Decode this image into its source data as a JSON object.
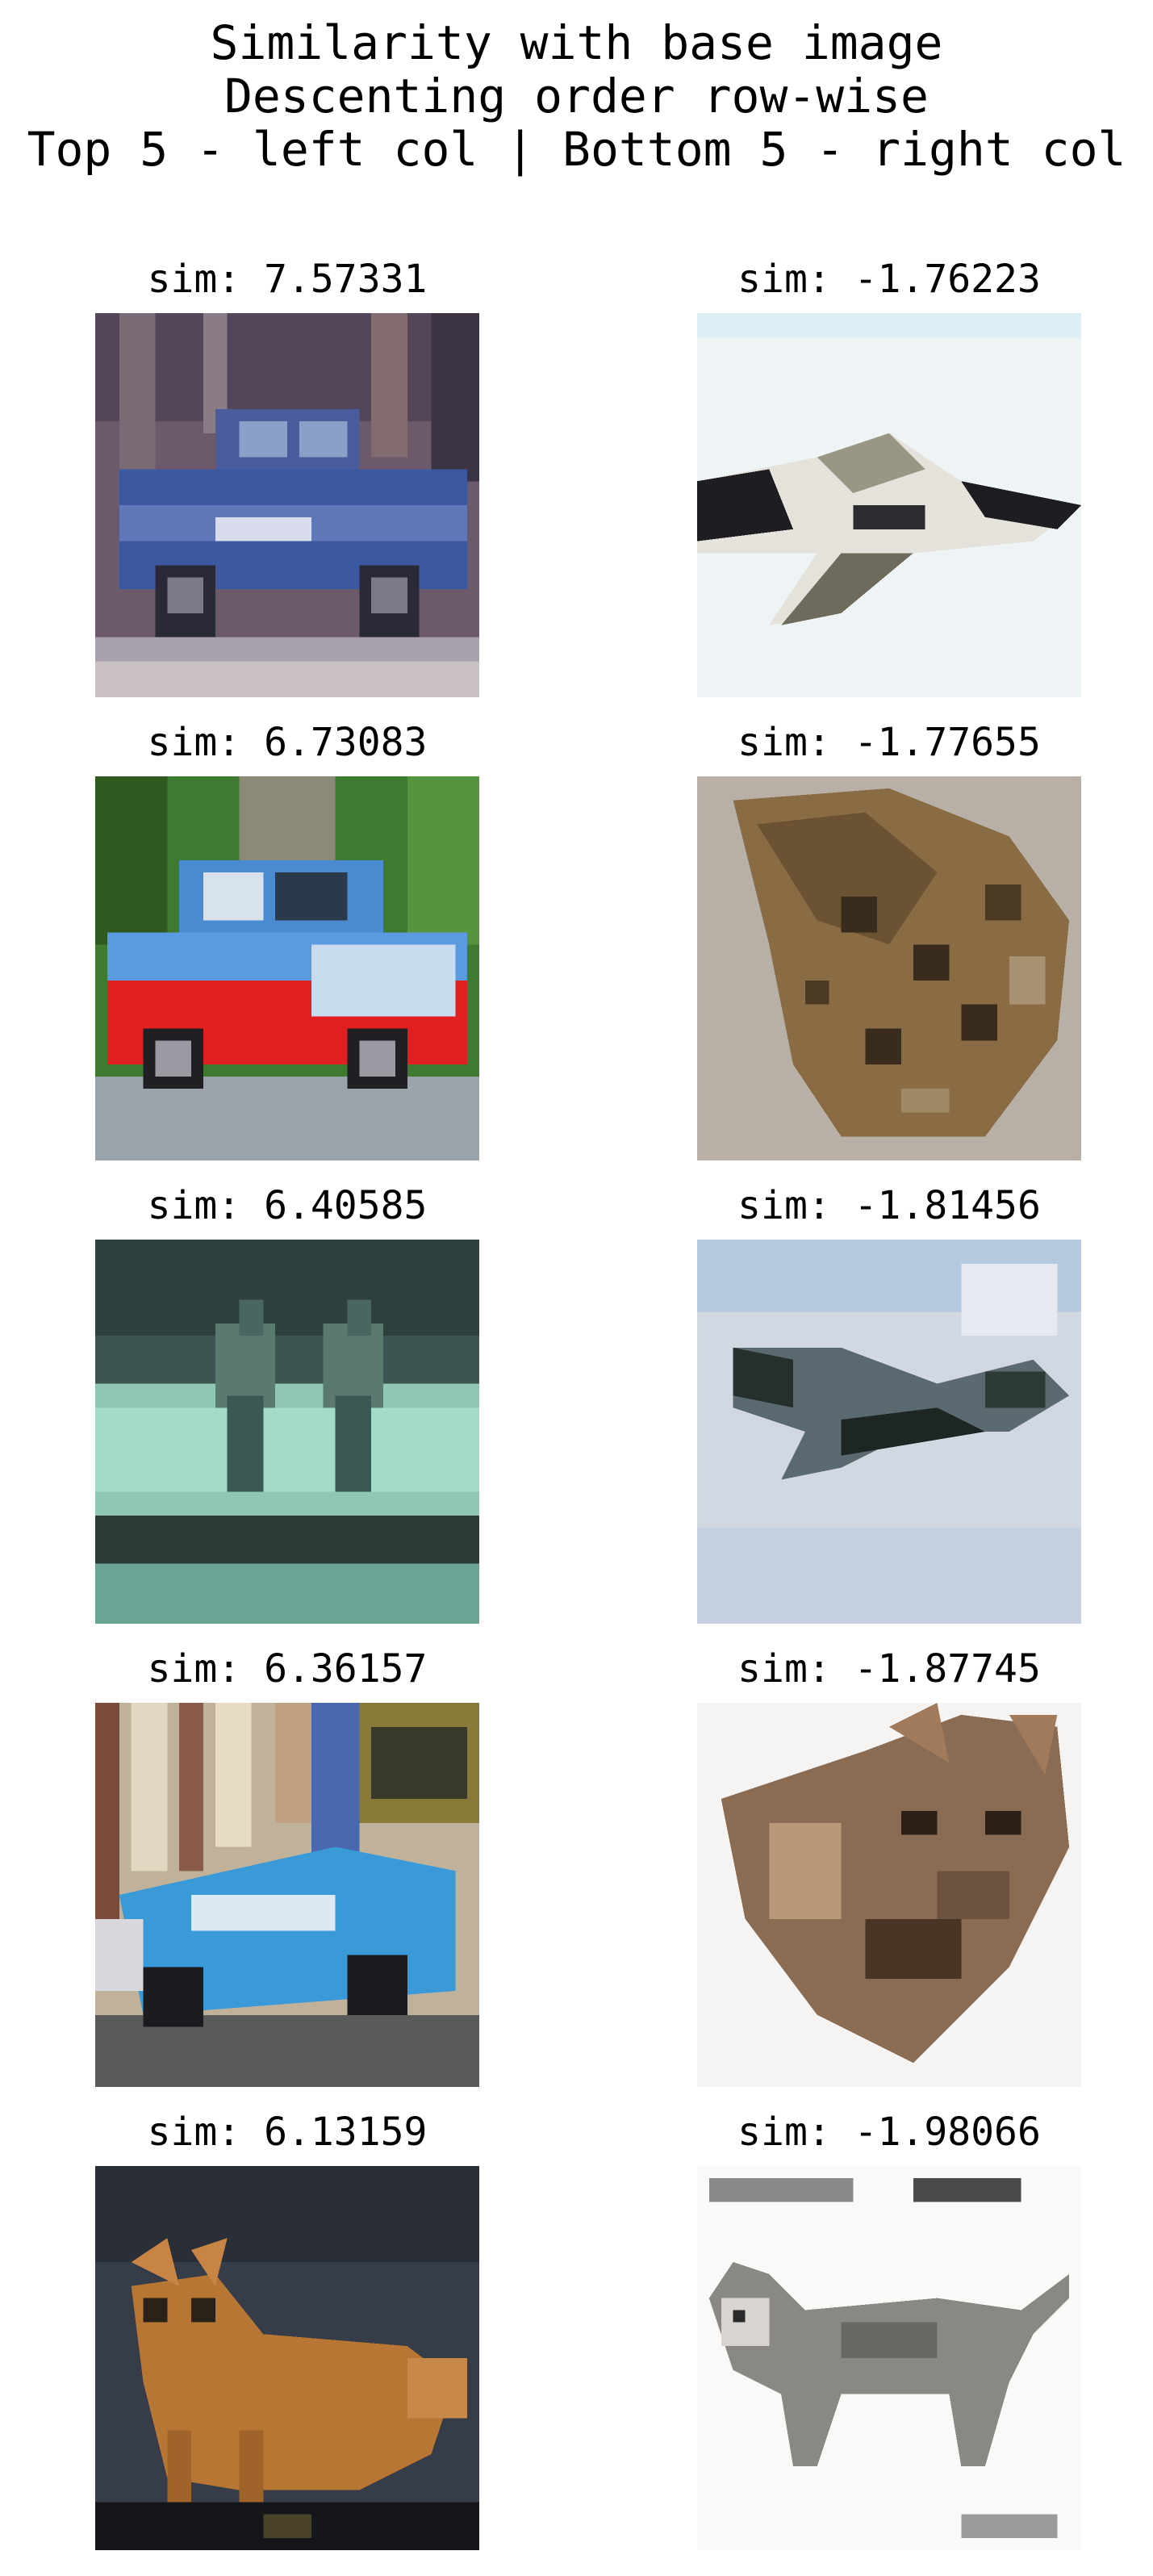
{
  "figure": {
    "title_lines": [
      "Similarity with base image",
      "Descenting order row-wise",
      "Top 5 - left col | Bottom 5 - right col"
    ]
  },
  "top5": [
    {
      "label": "sim: 7.57331",
      "image": "blue-police-car"
    },
    {
      "label": "sim: 6.73083",
      "image": "red-blue-car"
    },
    {
      "label": "sim: 6.40585",
      "image": "blurry-horse-riders"
    },
    {
      "label": "sim: 6.36157",
      "image": "blue-truck"
    },
    {
      "label": "sim: 6.13159",
      "image": "orange-cat"
    }
  ],
  "bottom5": [
    {
      "label": "sim: -1.76223",
      "image": "airplane-white-sky"
    },
    {
      "label": "sim: -1.77655",
      "image": "spotted-frog"
    },
    {
      "label": "sim: -1.81456",
      "image": "airplane-cloudy-sky"
    },
    {
      "label": "sim: -1.87745",
      "image": "tabby-cat-face"
    },
    {
      "label": "sim: -1.98066",
      "image": "gray-cat-with-text"
    }
  ]
}
